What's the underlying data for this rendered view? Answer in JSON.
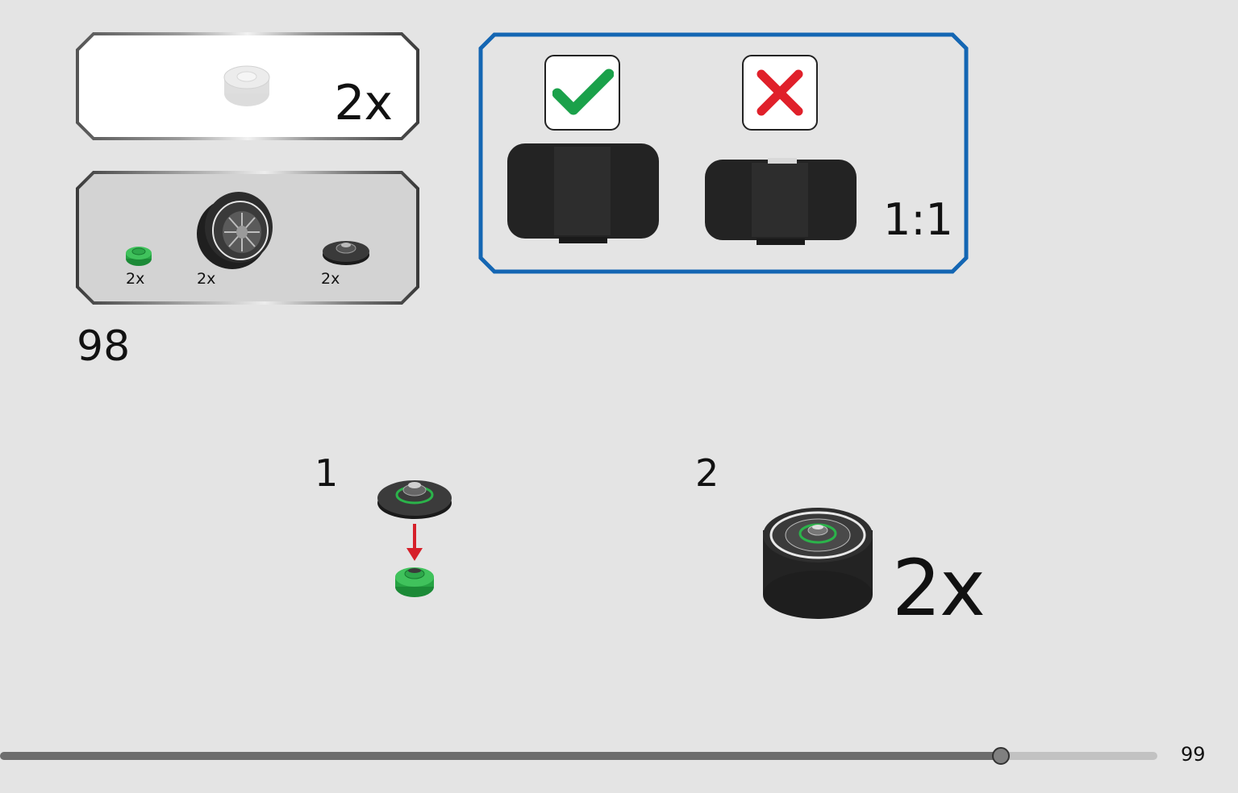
{
  "mini_panel": {
    "quantity": "2x"
  },
  "parts_panel": {
    "parts": [
      {
        "name": "green-round-plate",
        "quantity": "2x",
        "color": "#2bb34a"
      },
      {
        "name": "tyre-with-rim",
        "quantity": "2x",
        "color": "#2a2a2a"
      },
      {
        "name": "black-dish-plate",
        "quantity": "2x",
        "color": "#222222"
      }
    ]
  },
  "step_number": "98",
  "orientation_panel": {
    "correct_icon": "check-icon",
    "wrong_icon": "cross-icon",
    "scale": "1:1",
    "border_color": "#1466b3",
    "check_color": "#1aa14a",
    "cross_color": "#e0202a"
  },
  "substeps": [
    {
      "number": "1"
    },
    {
      "number": "2",
      "multiplier": "2x"
    }
  ],
  "progress": {
    "fraction": 0.865,
    "page": "99"
  }
}
